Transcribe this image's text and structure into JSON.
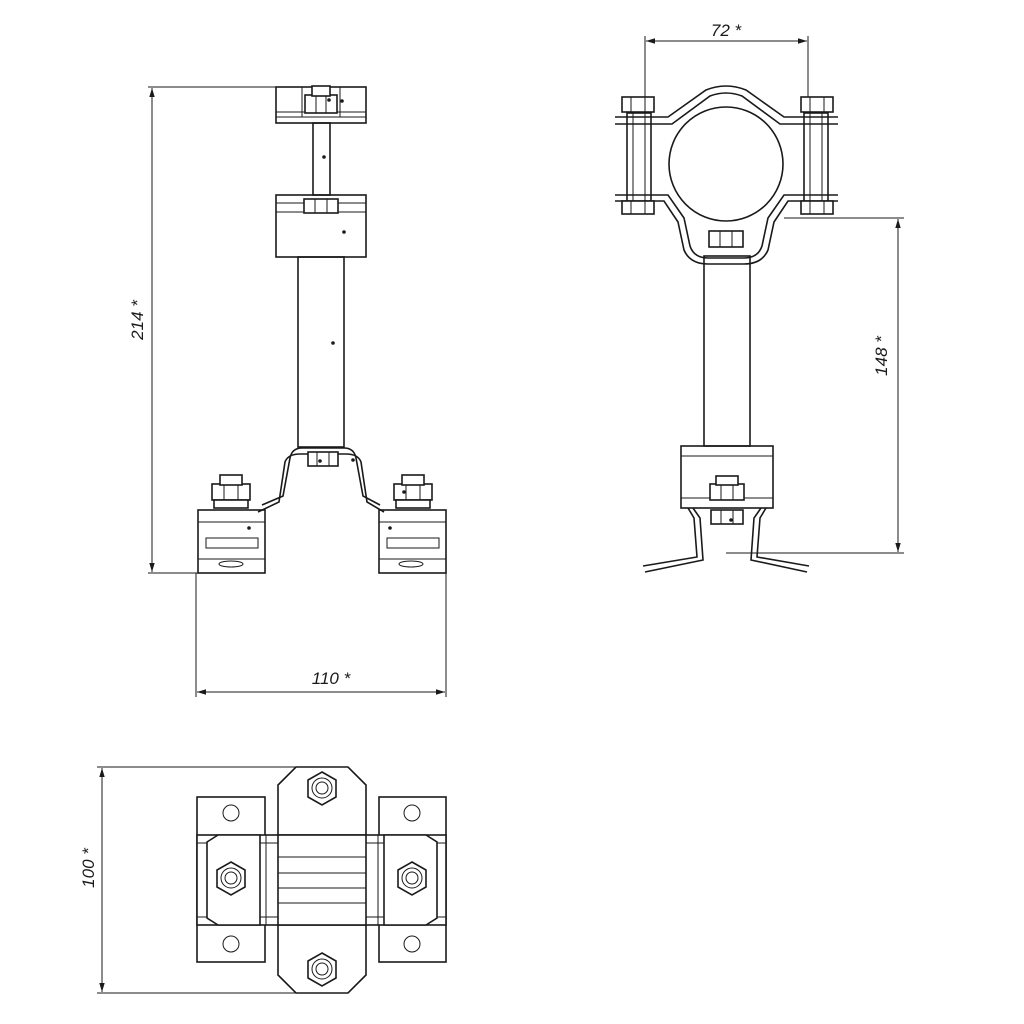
{
  "dimensions": {
    "side_height": "214 *",
    "side_width": "110 *",
    "front_clamp_width": "72 *",
    "front_height": "148 *",
    "plan_depth": "100 *"
  },
  "colors": {
    "line": "#1a1a1a",
    "background": "#ffffff"
  }
}
